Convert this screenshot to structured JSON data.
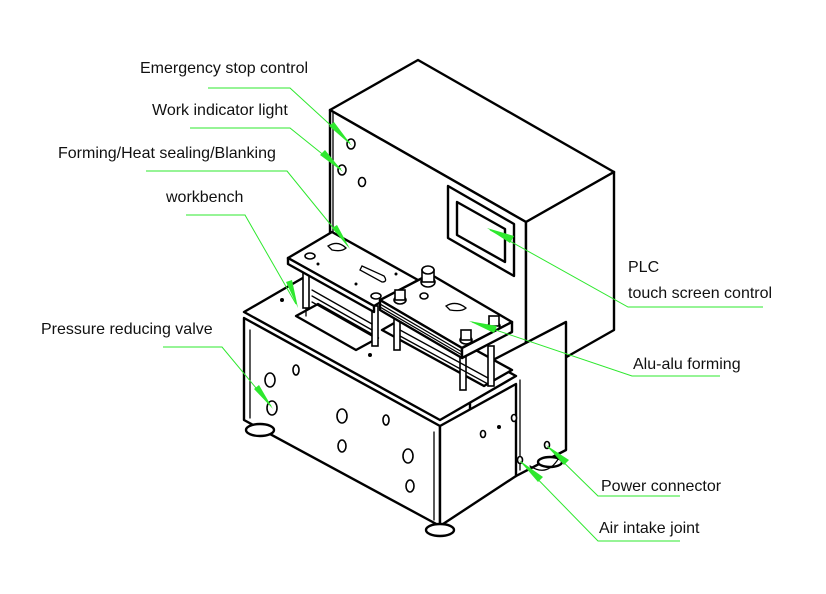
{
  "diagram": {
    "title": "Alu-alu blister packaging machine component diagram",
    "leader_color": "#2ee82e",
    "labels": [
      {
        "id": "emergency-stop",
        "text": "Emergency stop control"
      },
      {
        "id": "work-indicator",
        "text": "Work indicator light"
      },
      {
        "id": "forming",
        "text": "Forming/Heat sealing/Blanking"
      },
      {
        "id": "workbench",
        "text": "workbench"
      },
      {
        "id": "pressure-valve",
        "text": "Pressure reducing valve"
      },
      {
        "id": "plc-line1",
        "text": "PLC"
      },
      {
        "id": "plc-line2",
        "text": "touch screen control"
      },
      {
        "id": "alu-forming",
        "text": "Alu-alu forming"
      },
      {
        "id": "power",
        "text": "Power connector"
      },
      {
        "id": "air",
        "text": "Air intake joint"
      }
    ]
  }
}
